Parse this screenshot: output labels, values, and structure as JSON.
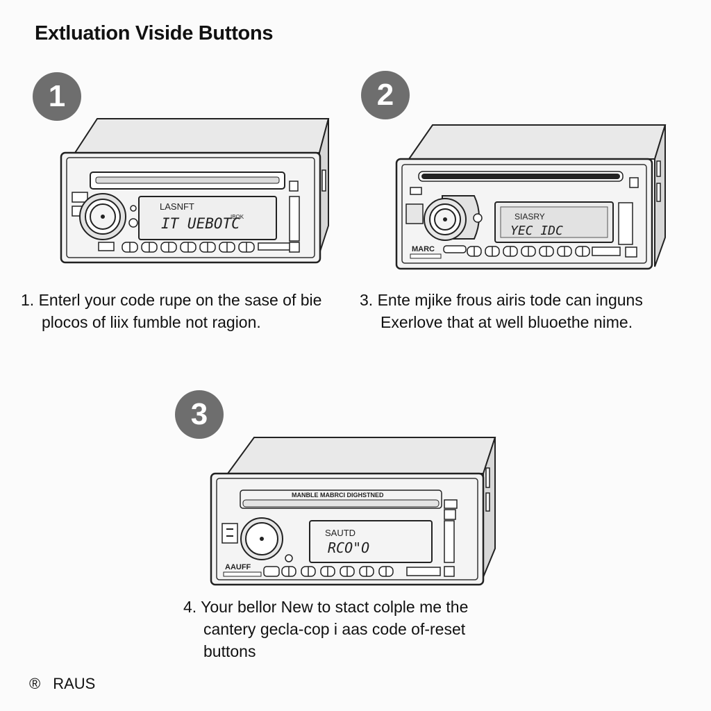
{
  "title": "Extluation Viside Buttons",
  "steps": [
    {
      "badge": "1",
      "display": {
        "top": "LASNFT",
        "bottom": "IT UEBOTC",
        "small": "IBOK"
      },
      "panel_label": "",
      "caption": [
        "1.  Enterl your code rupe on the sase of bie",
        "plocos of liix fumble not ragion."
      ]
    },
    {
      "badge": "2",
      "display": {
        "top": "SIASRY",
        "bottom": "YEC IDC",
        "small": ""
      },
      "panel_label": "MARC",
      "caption": [
        "3.  Ente mjike frous airis tode can inguns",
        "Exerlove that at well bluoethe nime."
      ]
    },
    {
      "badge": "3",
      "display": {
        "top": "SAUTD",
        "bottom": "RCO\"O",
        "small": ""
      },
      "panel_label": "AAUFF",
      "top_label": "MANBLE  MABRCI  DIGHSTNED",
      "caption": [
        "4. Your bellor New to stact colple me the",
        "cantery gecla-cop i aas code of-reset",
        "buttons"
      ]
    }
  ],
  "footer": {
    "symbol": "®",
    "text": "RAUS"
  }
}
